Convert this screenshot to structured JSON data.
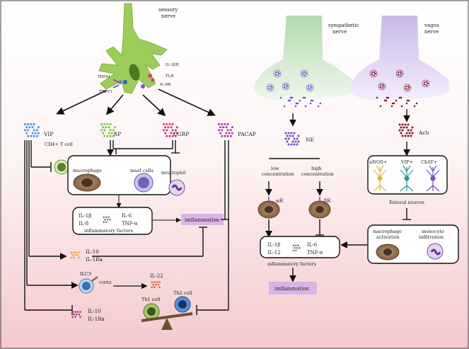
{
  "left": {
    "sensory_nerve": "sensory\nnerve",
    "receptors": [
      "TRPA1",
      "TRPV1",
      "IL-1βR",
      "TLR",
      "IL-6R"
    ],
    "neuropeptides": [
      "VIP",
      "SP",
      "CGRP",
      "PACAP"
    ],
    "cd4_t_cell": "CD4+ T cell",
    "macrophage": "macrophage",
    "mast_cells": "mast cells",
    "neutrophil": "neutrophil",
    "inflammatory_factors": {
      "il1b": "IL-1β",
      "il6": "IL-6",
      "il8": "IL-8",
      "tnfa": "TNF-α",
      "caption": "inflammatory factors"
    },
    "inflammation": "imflammation",
    "il10_il1ra": {
      "il10": "IL-10",
      "il1ra": "IL-1Ra"
    },
    "ilc3": "ILC3",
    "vipr2": "VIPR2",
    "il22": "IL-22",
    "il10_il1ra_2": {
      "il10": "IL-10",
      "il1ra": "IL-1Ra"
    },
    "th1": "Th1 cell",
    "th2": "Th2 cell"
  },
  "middle": {
    "sympathetic_nerve": "sympathetic\nnerve",
    "ne": "NE",
    "low_conc": "low\nconcentration",
    "high_conc": "high\nconcentration",
    "alpha_r": "αR",
    "beta_r": "βR",
    "inflammatory_factors": {
      "il1b": "IL-1β",
      "il6": "IL-6",
      "il12": "IL-12",
      "tnfa": "TNF-α",
      "caption": "inflammatory factors"
    },
    "inflammation": "imflammation"
  },
  "right": {
    "vagus_nerve": "vagus\nnerve",
    "ach": "Ach",
    "neuron_types": [
      "nNOS+",
      "VIP+",
      "ChAT+"
    ],
    "enteral_neuron": "Enteral neuron",
    "macrophage_activation": "macrophage\nactivation",
    "monocyte_infiltration": "monocyte\ninfiltration"
  },
  "colors": {
    "sensory": "#8dc63f",
    "vip": "#4a90d9",
    "sp": "#7cc242",
    "cgrp": "#d6336c",
    "pacap": "#9b3fa5",
    "ne": "#6d4fc2",
    "ach": "#7b1c2c",
    "inflammation_box": "#d9b3e6",
    "sympathetic": "#9fcf9f",
    "vagus": "#c8b6e8"
  }
}
